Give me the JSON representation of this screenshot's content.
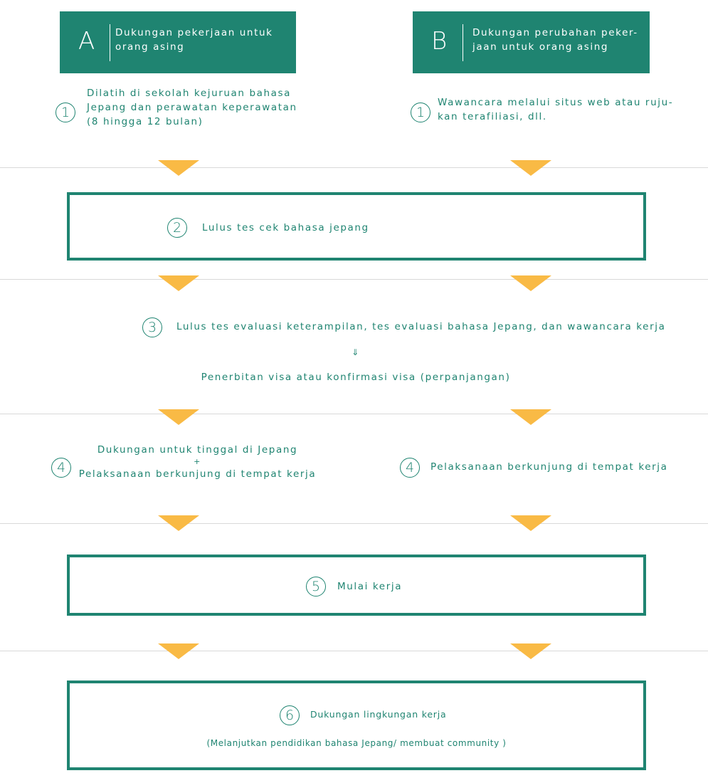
{
  "header_a": {
    "letter": "A",
    "line1": "Dukungan pekerjaan untuk",
    "line2": "orang asing"
  },
  "header_b": {
    "letter": "B",
    "line1": "Dukungan perubahan peker-",
    "line2": "jaan untuk orang asing"
  },
  "step1_a": {
    "num": "1",
    "line1": "Dilatih di sekolah kejuruan bahasa",
    "line2": "Jepang dan perawatan keperawatan",
    "line3": "(8 hingga 12 bulan)"
  },
  "step1_b": {
    "num": "1",
    "line1": "Wawancara melalui situs web atau ruju-",
    "line2": "kan terafiliasi, dll."
  },
  "step2": {
    "num": "2",
    "text": "Lulus tes cek bahasa jepang"
  },
  "step3": {
    "num": "3",
    "text": "Lulus tes evaluasi keterampilan, tes evaluasi bahasa Jepang, dan wawancara kerja",
    "arrow": "⇓",
    "text2": "Penerbitan visa atau konfirmasi visa (perpanjangan)"
  },
  "step4_a": {
    "num": "4",
    "line1": "Dukungan untuk tinggal di Jepang",
    "plus": "+",
    "line2": "Pelaksanaan berkunjung di tempat kerja"
  },
  "step4_b": {
    "num": "4",
    "text": "Pelaksanaan berkunjung di tempat kerja"
  },
  "step5": {
    "num": "5",
    "text": "Mulai kerja"
  },
  "step6": {
    "num": "6",
    "text": "Dukungan lingkungan kerja",
    "sub": "(Melanjutkan pendidikan bahasa Jepang/ membuat community )"
  },
  "colors": {
    "primary": "#1f8471",
    "arrow": "#f9ba45",
    "divider": "#d9d9d9"
  }
}
